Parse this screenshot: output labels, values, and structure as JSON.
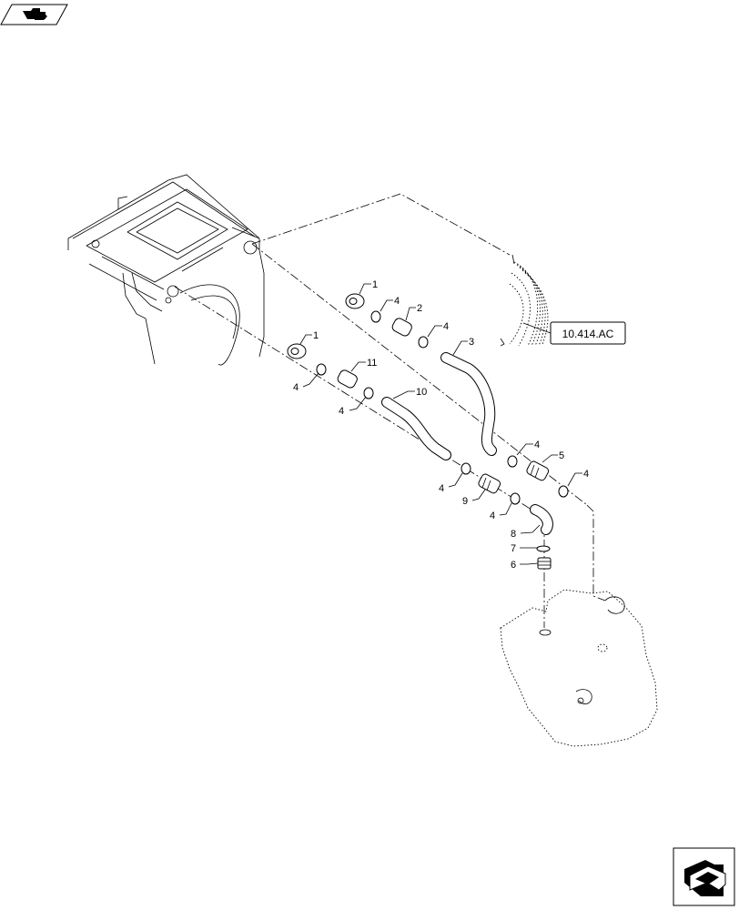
{
  "diagram": {
    "reference_box": "10.414.AC",
    "callouts": [
      {
        "id": "c1a",
        "text": "1"
      },
      {
        "id": "c4a",
        "text": "4"
      },
      {
        "id": "c2",
        "text": "2"
      },
      {
        "id": "c4b",
        "text": "4"
      },
      {
        "id": "c3",
        "text": "3"
      },
      {
        "id": "c1b",
        "text": "1"
      },
      {
        "id": "c11",
        "text": "11"
      },
      {
        "id": "c4c",
        "text": "4"
      },
      {
        "id": "c10",
        "text": "10"
      },
      {
        "id": "c4d",
        "text": "4"
      },
      {
        "id": "c4e",
        "text": "4"
      },
      {
        "id": "c5",
        "text": "5"
      },
      {
        "id": "c4f",
        "text": "4"
      },
      {
        "id": "c4g",
        "text": "4"
      },
      {
        "id": "c9",
        "text": "9"
      },
      {
        "id": "c4h",
        "text": "4"
      },
      {
        "id": "c8",
        "text": "8"
      },
      {
        "id": "c7",
        "text": "7"
      },
      {
        "id": "c6",
        "text": "6"
      }
    ]
  },
  "icons": {
    "top_left": "book-arrow-icon",
    "bottom_right": "next-page-arrow-icon"
  }
}
